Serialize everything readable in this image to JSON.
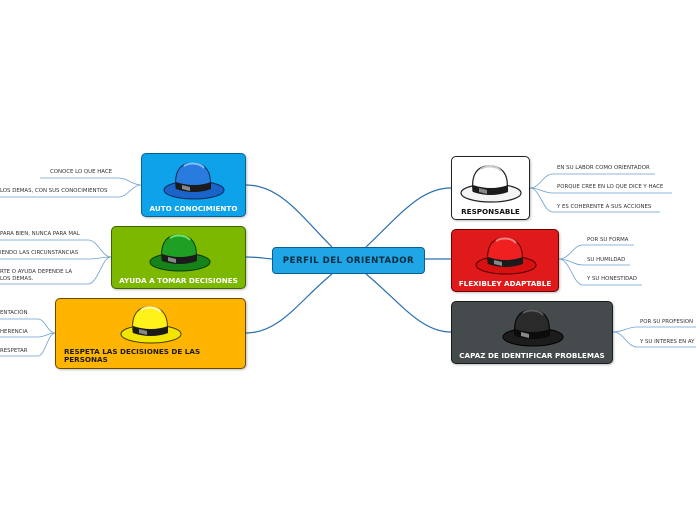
{
  "central": {
    "label": "PERFIL DEL ORIENTADOR"
  },
  "colors": {
    "central": "#1fa6e6",
    "auto_conocimiento": "#0ea2ea",
    "ayuda": "#7db800",
    "respeta": "#ffb400",
    "responsable": "#ffffff",
    "flexible": "#e01a1a",
    "capaz": "#454a4d",
    "connector": "#2a6fb0"
  },
  "nodes": {
    "auto_conocimiento": {
      "title": "AUTO CONOCIMIENTO",
      "hat": "blue-hat-icon",
      "leaves": [
        "CONOCE LO QUE HACE",
        "LOS DEMAS, CON SUS CONOCIMIENTOS"
      ]
    },
    "ayuda": {
      "title": "AYUDA A TOMAR DECISIONES",
      "hat": "green-hat-icon",
      "leaves": [
        "PARA BIEN, NUNCA PARA MAL",
        "IENDO LAS CIRCUNSTANCIAS",
        "RTE  O  AYUDA DEPENDE LA",
        "LOS DEMAS."
      ]
    },
    "respeta": {
      "title_line1": "RESPETA LAS DECISIONES DE LAS",
      "title_line2": "PERSONAS",
      "hat": "yellow-hat-icon",
      "leaves": [
        "ENTACIÓN",
        "HERENCIA",
        "RESPETAR"
      ]
    },
    "responsable": {
      "title": "RESPONSABLE",
      "hat": "white-hat-icon",
      "leaves": [
        "EN SU LABOR COMO ORIENTADOR",
        "PORQUE CREE EN LO QUE DICE Y HACE",
        "Y ES COHERENTE A SUS ACCIONES"
      ]
    },
    "flexible": {
      "title": "FLEXIBLEY ADAPTABLE",
      "hat": "red-hat-icon",
      "leaves": [
        "POR SU FORMA",
        "SU HUMILDAD",
        "Y SU HONESTIDAD"
      ]
    },
    "capaz": {
      "title": "CAPAZ DE IDENTIFICAR PROBLEMAS",
      "hat": "black-hat-icon",
      "leaves": [
        "POR SU PROFESION",
        "Y SU INTERES EN AY"
      ]
    }
  }
}
